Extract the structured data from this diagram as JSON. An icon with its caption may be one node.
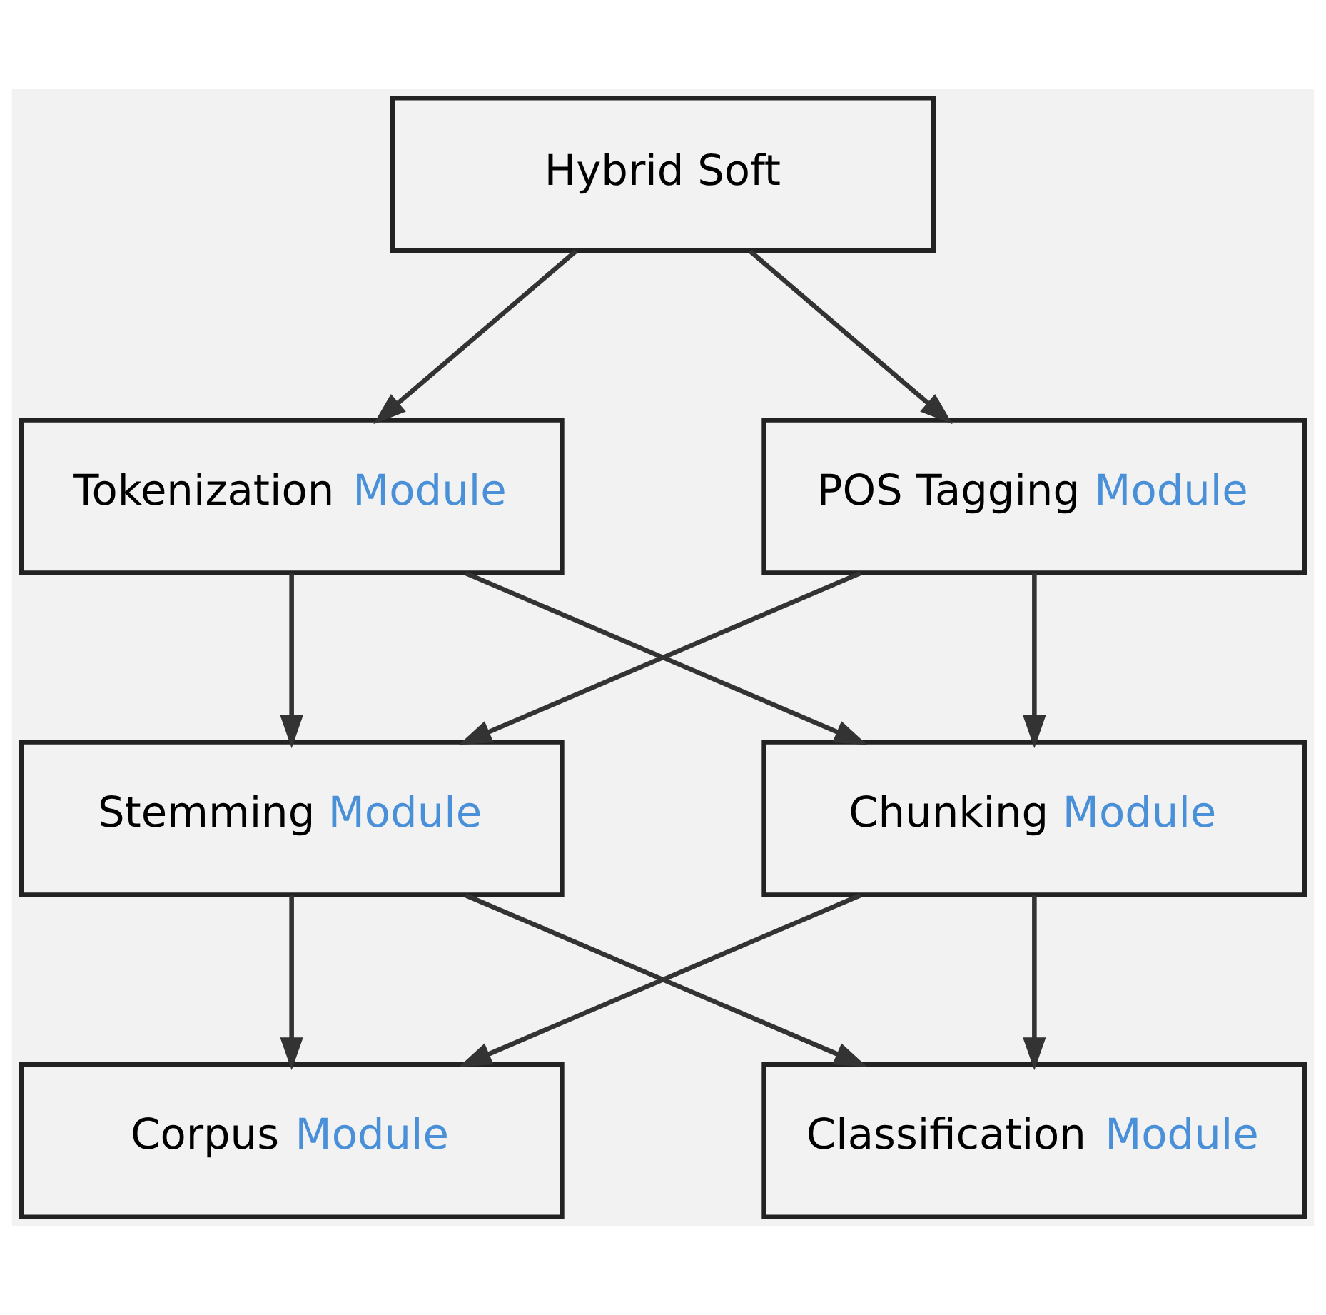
{
  "diagram": {
    "nodes": [
      {
        "text": [
          "Hybrid Soft"
        ]
      },
      {
        "text": [
          "Tokenization Module"
        ]
      },
      {
        "text": [
          "POS Tagging Module"
        ]
      },
      {
        "text": [
          "Stemming Module"
        ]
      },
      {
        "text": [
          "Chunking Module"
        ]
      },
      {
        "text": [
          "Corpus Module"
        ]
      },
      {
        "text": [
          "Classification Module"
        ]
      }
    ],
    "edges": [
      {
        "from": 0,
        "to": 1,
        "arrow": "to"
      },
      {
        "from": 0,
        "to": 2,
        "arrow": "to"
      },
      {
        "from": 1,
        "to": 3,
        "arrow": "to"
      },
      {
        "from": 1,
        "to": 4,
        "arrow": "to"
      },
      {
        "from": 2,
        "to": 3,
        "arrow": "to"
      },
      {
        "from": 2,
        "to": 4,
        "arrow": "to"
      },
      {
        "from": 3,
        "to": 5,
        "arrow": "to"
      },
      {
        "from": 3,
        "to": 6,
        "arrow": "to"
      },
      {
        "from": 4,
        "to": 5,
        "arrow": "to"
      },
      {
        "from": 4,
        "to": 6,
        "arrow": "to"
      }
    ]
  }
}
